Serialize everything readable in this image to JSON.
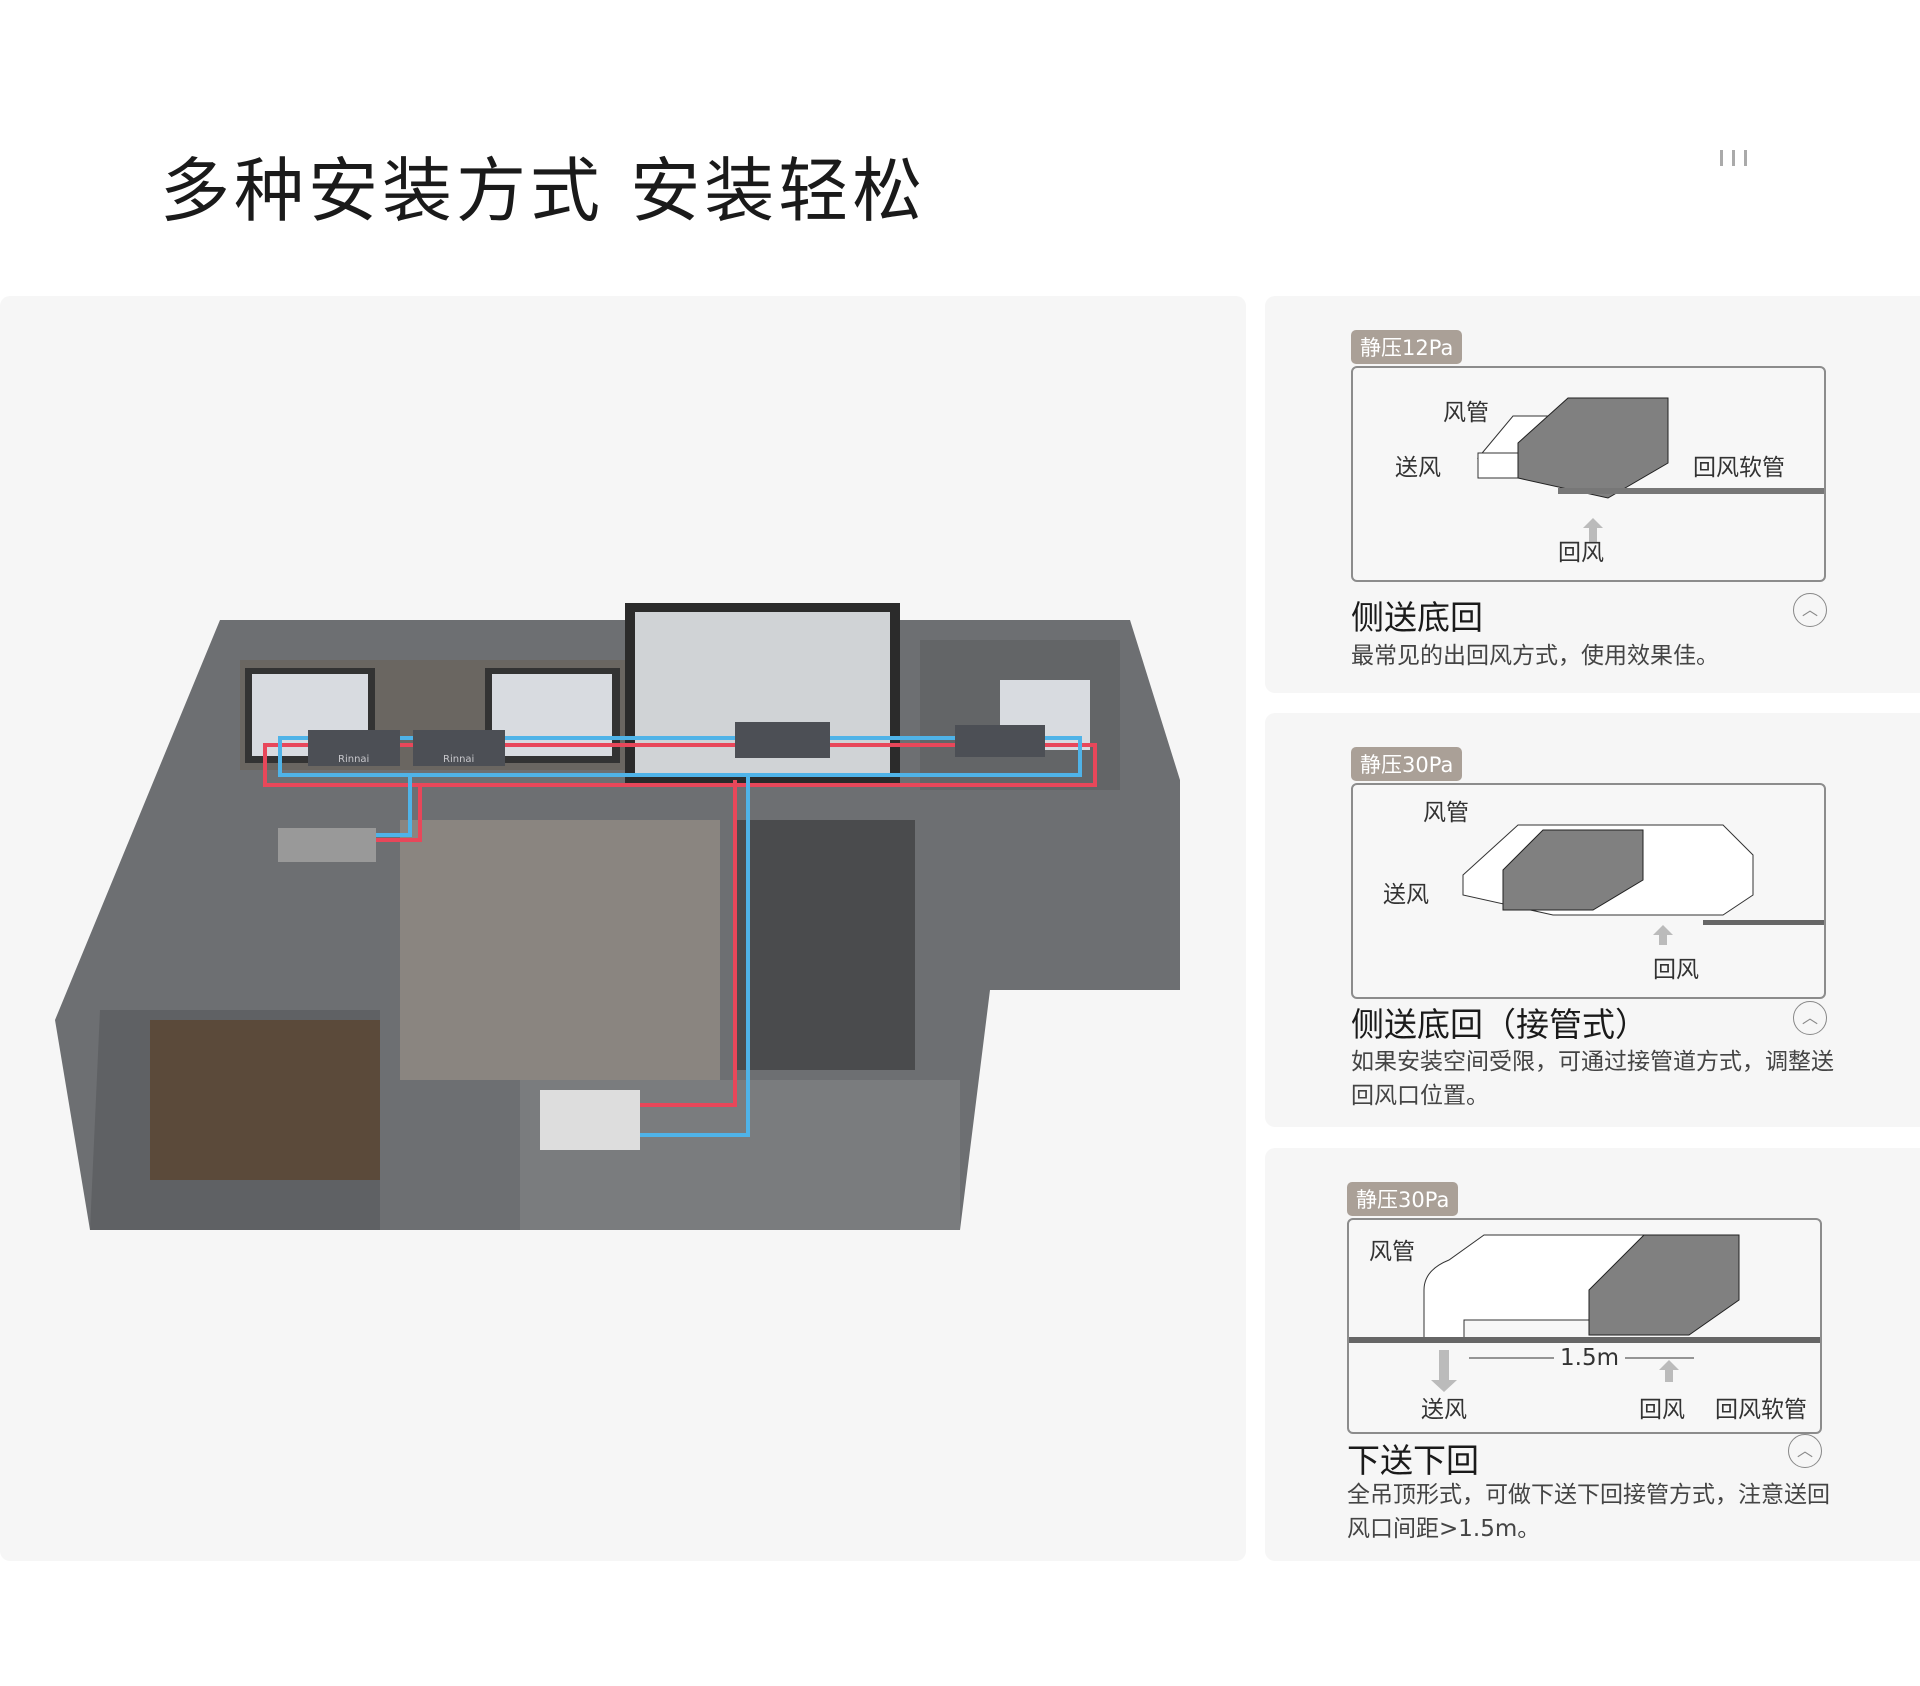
{
  "header": {
    "title": "多种安装方式 安装轻松",
    "menu_icon": "three-bar-icon"
  },
  "floor_plan": {
    "unit_brand": "Rinnai",
    "pipe_colors": {
      "supply": "#e8475a",
      "return": "#4fb3e8"
    }
  },
  "cards": [
    {
      "tag": "静压12Pa",
      "title": "侧送底回",
      "desc": "最常见的出回风方式，使用效果佳。",
      "labels": {
        "duct": "风管",
        "supply": "送风",
        "return_hose": "回风软管",
        "return": "回风"
      }
    },
    {
      "tag": "静压30Pa",
      "title": "侧送底回（接管式）",
      "desc": "如果安装空间受限，可通过接管道方式，调整送回风口位置。",
      "labels": {
        "duct": "风管",
        "supply": "送风",
        "return": "回风"
      }
    },
    {
      "tag": "静压30Pa",
      "title": "下送下回",
      "desc": "全吊顶形式，可做下送下回接管方式，注意送回风口间距>1.5m。",
      "labels": {
        "duct": "风管",
        "supply": "送风",
        "return": "回风",
        "return_hose": "回风软管",
        "distance": "1.5m"
      }
    }
  ]
}
